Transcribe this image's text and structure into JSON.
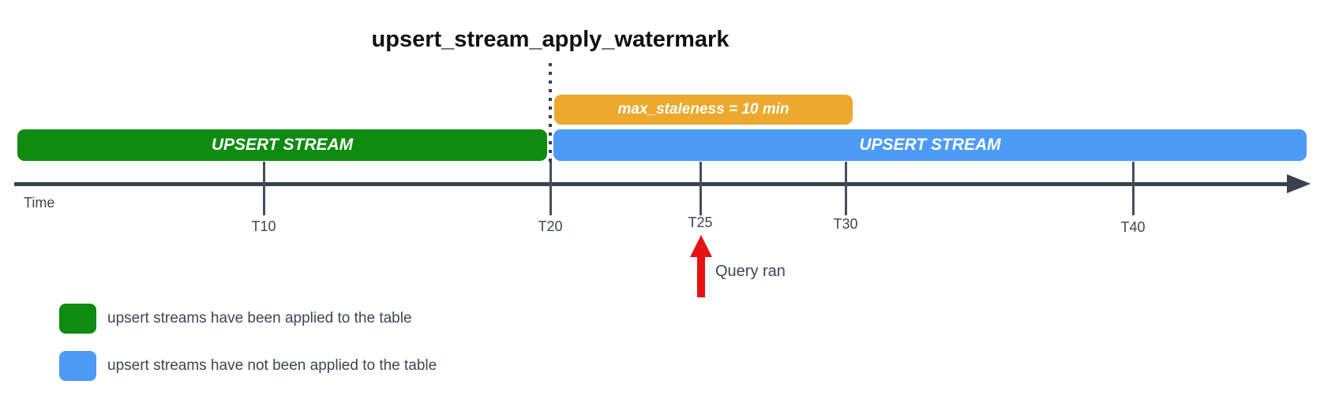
{
  "diagram": {
    "title": "upsert_stream_apply_watermark",
    "bars": {
      "staleness": {
        "label": "max_staleness = 10 min",
        "color": "#eca92d",
        "spans": "T20 to T30"
      },
      "applied": {
        "label": "UPSERT STREAM",
        "color": "#0e8b10",
        "spans": "start to T20"
      },
      "pending": {
        "label": "UPSERT STREAM",
        "color": "#4d9bf5",
        "spans": "T20 to end"
      }
    },
    "axis": {
      "label": "Time",
      "color": "#39414d",
      "ticks": [
        {
          "label": "T10"
        },
        {
          "label": "T20"
        },
        {
          "label": "T25"
        },
        {
          "label": "T30"
        },
        {
          "label": "T40"
        }
      ]
    },
    "annotation": {
      "label": "Query ran",
      "arrow_color": "#e81212",
      "points_at": "T25"
    },
    "legend": {
      "items": [
        {
          "label": "upsert streams have been applied to the table",
          "color": "#0e8b10"
        },
        {
          "label": "upsert streams have not been applied to the table",
          "color": "#4d9bf5"
        }
      ]
    }
  }
}
